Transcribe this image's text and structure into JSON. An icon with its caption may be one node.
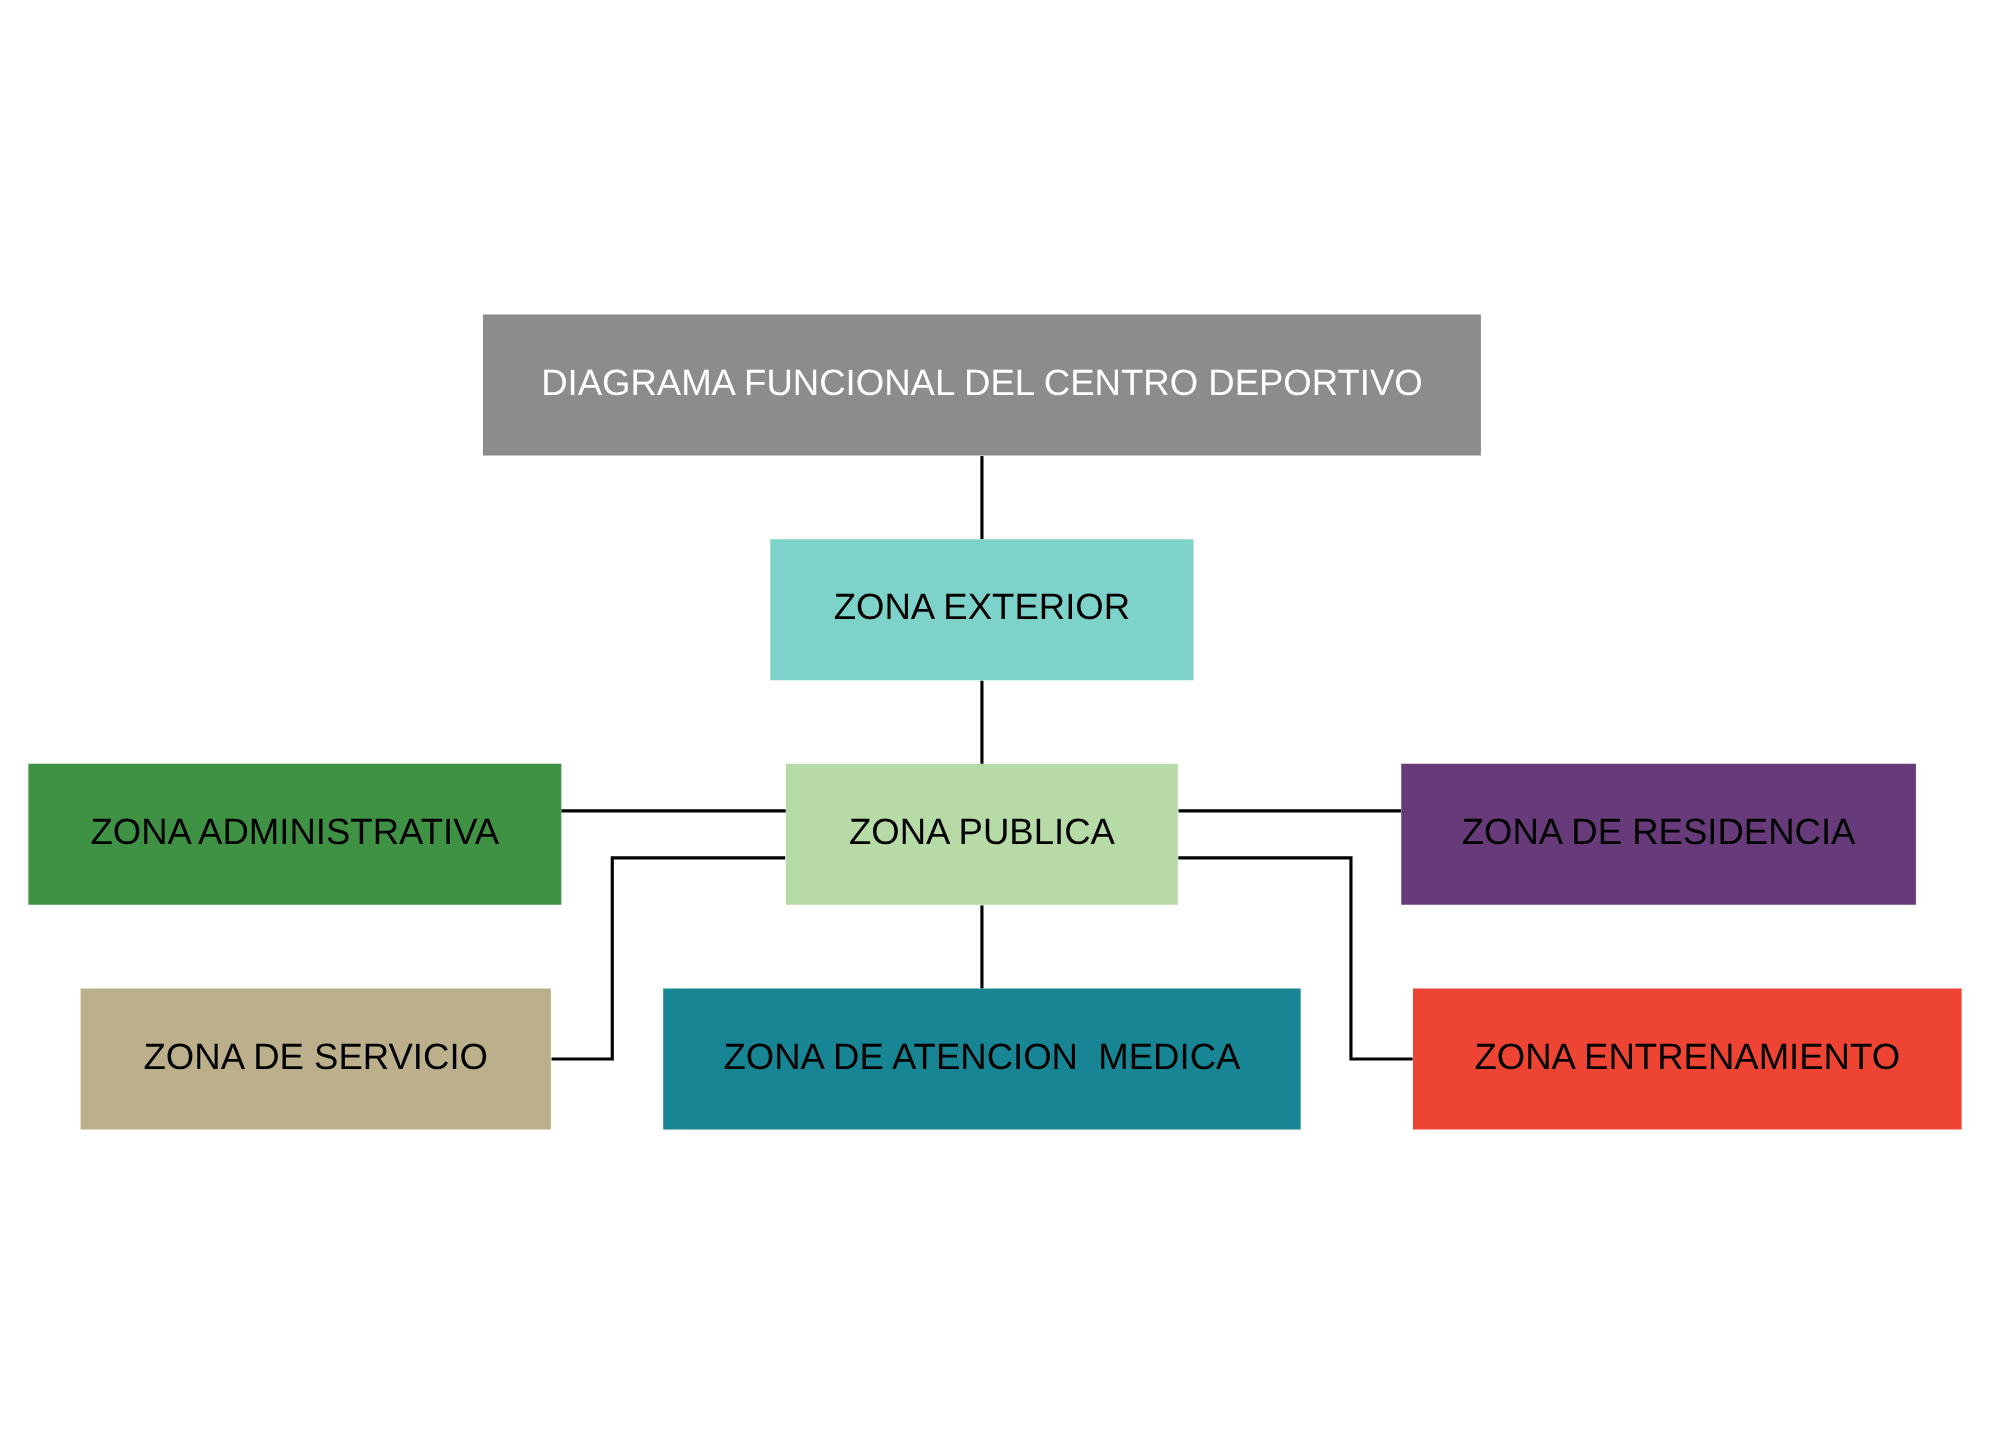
{
  "diagram": {
    "nodes": [
      {
        "text": [
          "DIAGRAMA FUNCIONAL DEL CENTRO DEPORTIVO"
        ]
      },
      {
        "text": [
          "ZONA EXTERIOR"
        ]
      },
      {
        "text": [
          "ZONA ADMINISTRATIVA"
        ]
      },
      {
        "text": [
          "ZONA PUBLICA"
        ]
      },
      {
        "text": [
          "ZONA DE RESIDENCIA"
        ]
      },
      {
        "text": [
          "ZONA DE SERVICIO"
        ]
      },
      {
        "text": [
          "ZONA DE ATENCION  MEDICA"
        ]
      },
      {
        "text": [
          "ZONA ENTRENAMIENTO"
        ]
      }
    ],
    "edges": [
      {
        "from": 0,
        "to": 1,
        "arrow": "none"
      },
      {
        "from": 1,
        "to": 3,
        "arrow": "none"
      },
      {
        "from": 2,
        "to": 3,
        "arrow": "none"
      },
      {
        "from": 3,
        "to": 4,
        "arrow": "none"
      },
      {
        "from": 3,
        "to": 5,
        "arrow": "none"
      },
      {
        "from": 3,
        "to": 6,
        "arrow": "none"
      },
      {
        "from": 3,
        "to": 7,
        "arrow": "none"
      }
    ]
  }
}
